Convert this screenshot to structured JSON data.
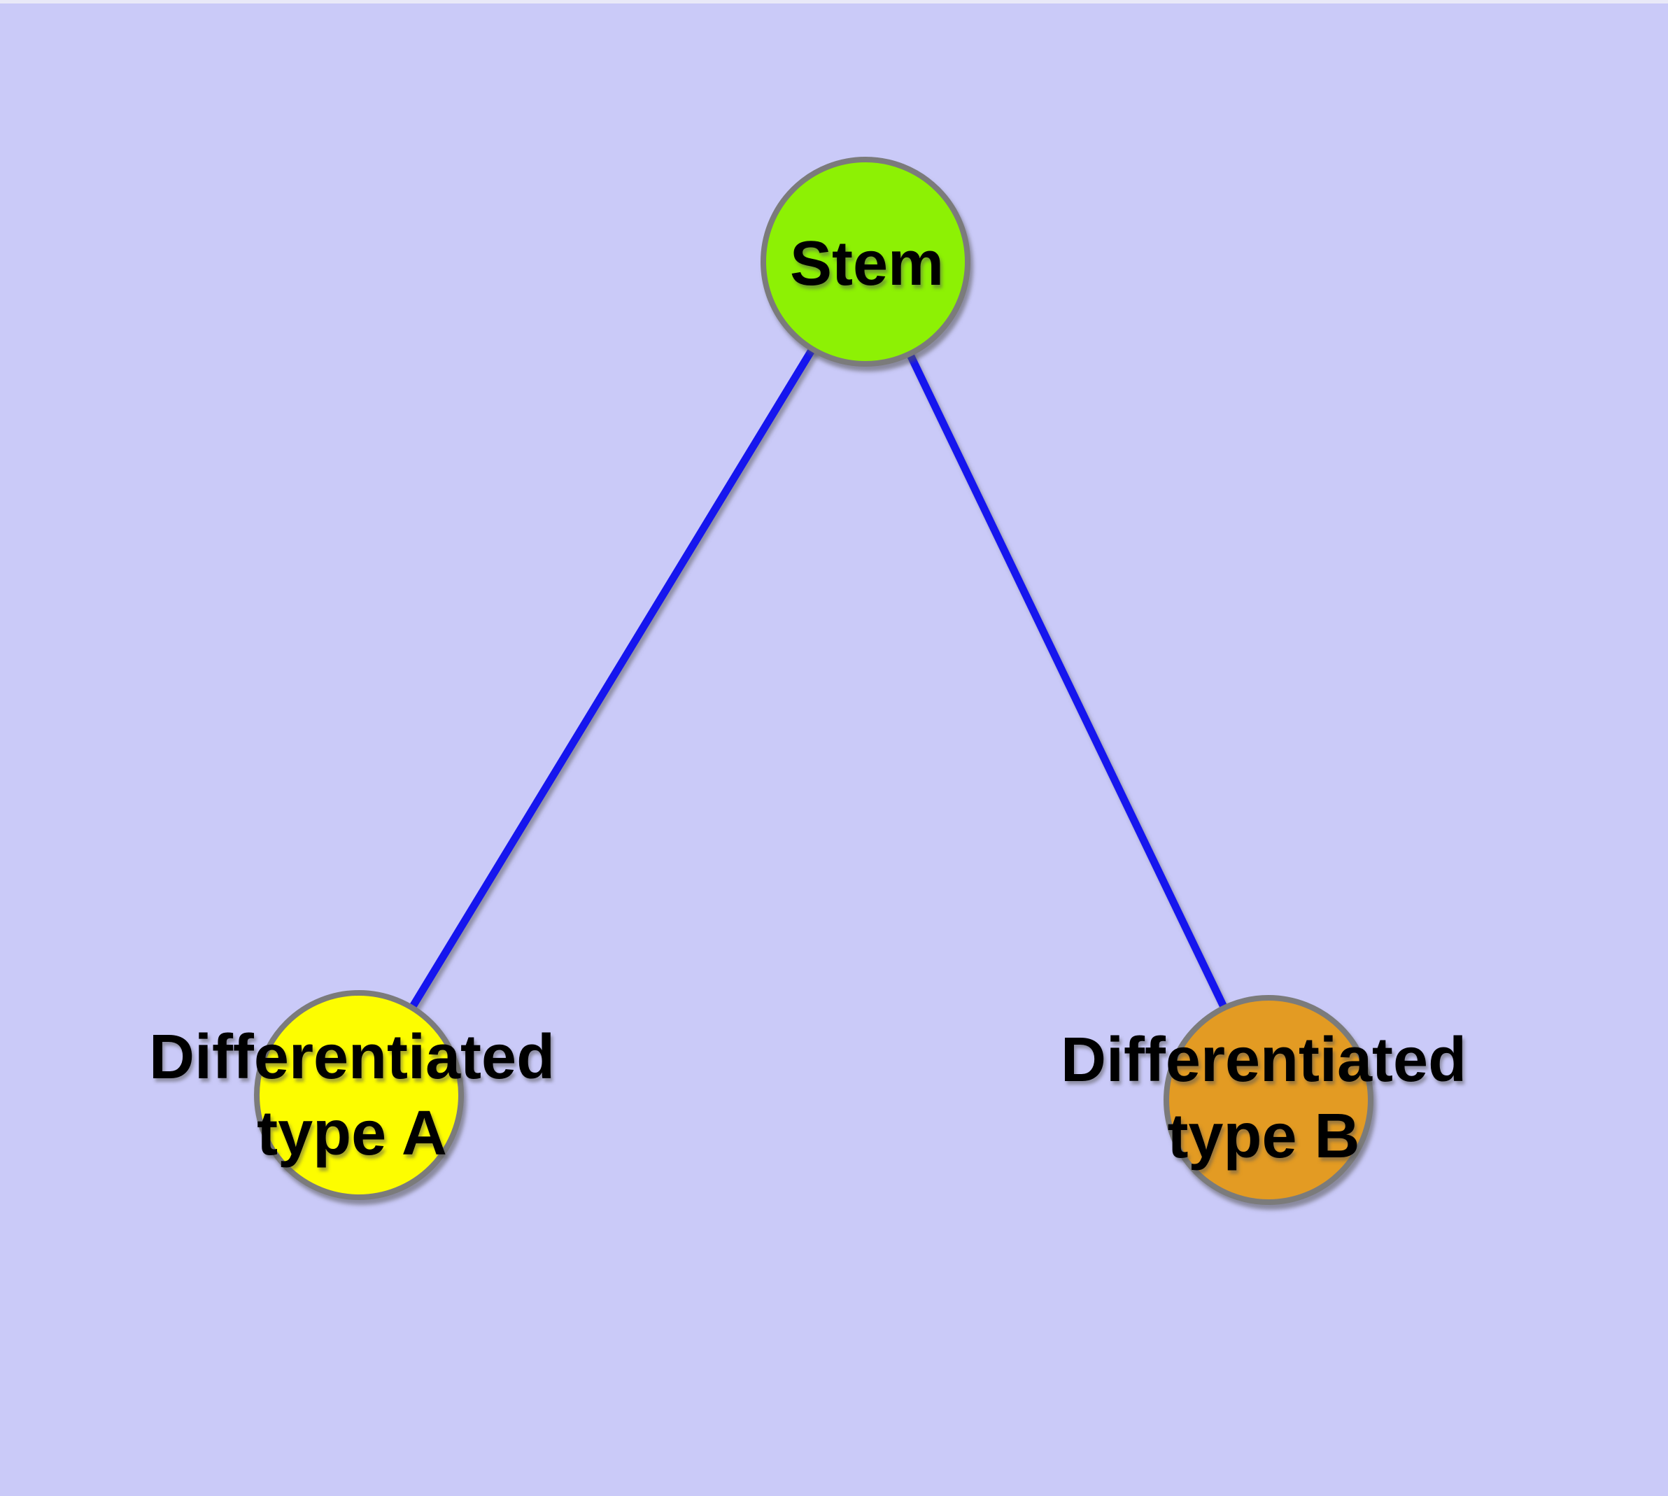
{
  "diagram": {
    "background_color": "#cacaf8",
    "edge_color": "#1212ee",
    "node_border_color": "#7b7b7b",
    "nodes": [
      {
        "id": "stem",
        "label": "Stem",
        "fill_color": "#8df104"
      },
      {
        "id": "differentiated-type-a",
        "label": "Differentiated\ntype A",
        "fill_color": "#fdfd00"
      },
      {
        "id": "differentiated-type-b",
        "label": "Differentiated\ntype B",
        "fill_color": "#e39b23"
      }
    ],
    "edges": [
      {
        "from": "stem",
        "to": "differentiated-type-a"
      },
      {
        "from": "stem",
        "to": "differentiated-type-b"
      }
    ]
  }
}
